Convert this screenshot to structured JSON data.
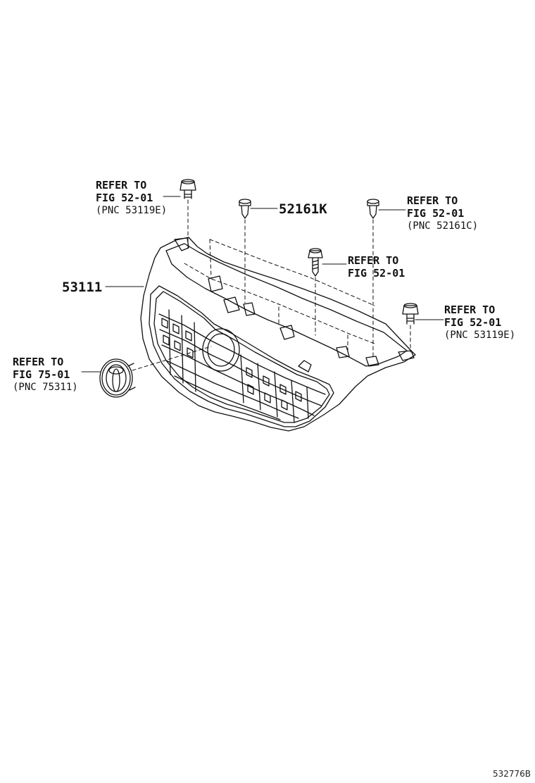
{
  "colors": {
    "line": "#111111",
    "background": "#ffffff"
  },
  "callouts": {
    "bolt_left": {
      "line1": "REFER TO",
      "line2": "FIG 52-01",
      "line3": "(PNC 53119E)"
    },
    "clip": {
      "part_no": "52161K"
    },
    "clip_right": {
      "line1": "REFER TO",
      "line2": "FIG 52-01",
      "line3": "(PNC 52161C)"
    },
    "screw_center": {
      "line1": "REFER TO",
      "line2": "FIG 52-01"
    },
    "bolt_right": {
      "line1": "REFER TO",
      "line2": "FIG 52-01",
      "line3": "(PNC 53119E)"
    },
    "grille": {
      "part_no": "53111"
    },
    "emblem": {
      "line1": "REFER TO",
      "line2": "FIG 75-01",
      "line3": "(PNC 75311)"
    }
  },
  "figure_id": "532776B"
}
